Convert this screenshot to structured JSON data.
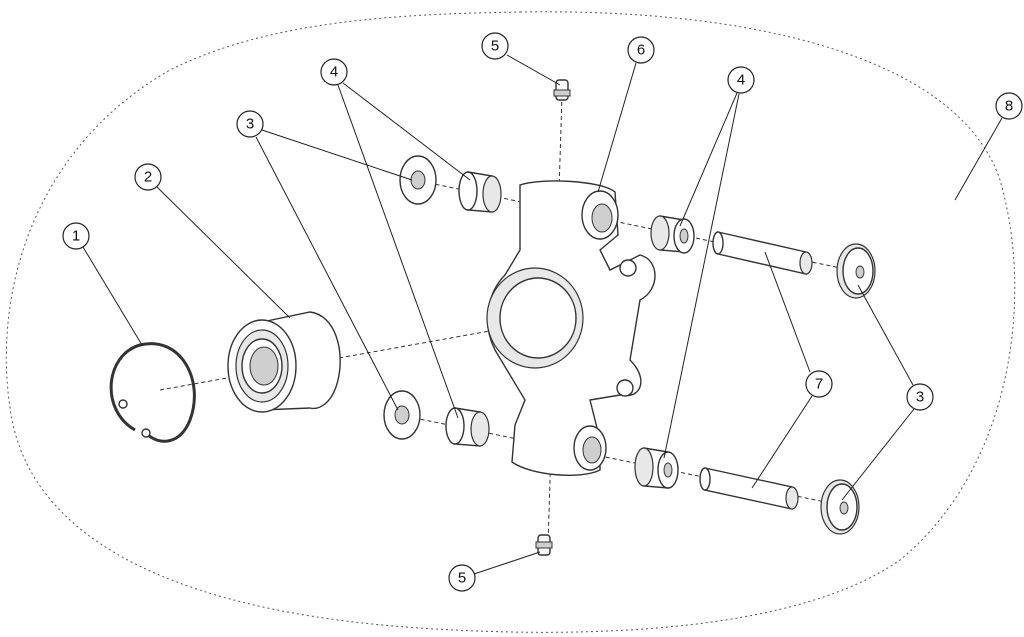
{
  "diagram": {
    "type": "exploded-parts-view",
    "callouts": {
      "c1": "1",
      "c2": "2",
      "c3_left": "3",
      "c4_left": "4",
      "c5_top": "5",
      "c6": "6",
      "c4_right": "4",
      "c8": "8",
      "c7": "7",
      "c3_right": "3",
      "c5_bottom": "5"
    }
  }
}
